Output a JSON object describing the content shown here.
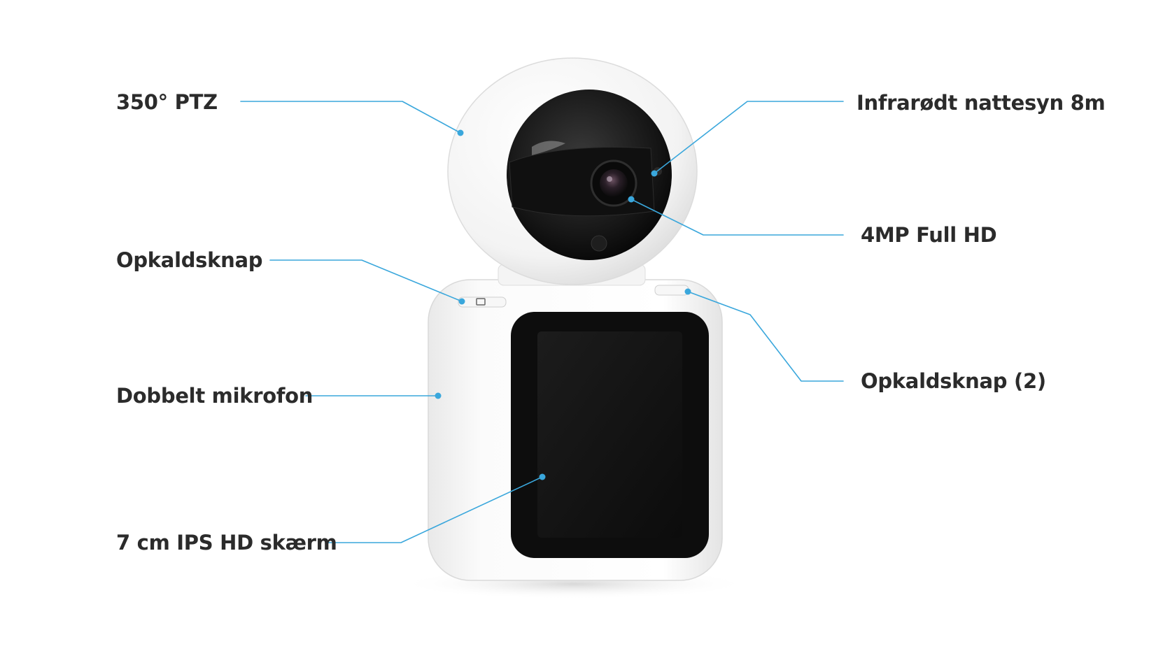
{
  "callouts": [
    {
      "id": "ptz",
      "label": "350° PTZ",
      "side": "left"
    },
    {
      "id": "call-button-left",
      "label": "Opkaldsknap",
      "side": "left"
    },
    {
      "id": "dual-microphone",
      "label": "Dobbelt mikrofon",
      "side": "left"
    },
    {
      "id": "ips-screen",
      "label": "7 cm IPS HD skærm",
      "side": "left"
    },
    {
      "id": "night-vision",
      "label": "Infrarødt nattesyn 8m",
      "side": "right"
    },
    {
      "id": "camera-resolution",
      "label": "4MP Full HD",
      "side": "right"
    },
    {
      "id": "call-button-right",
      "label": "Opkaldsknap (2)",
      "side": "right"
    }
  ],
  "colors": {
    "leader_line": "#3aa7dc",
    "label_text": "#2b2b2b",
    "device_body": "#ffffff",
    "device_shadow": "#e6e6e6",
    "screen": "#111111",
    "lens_dome": "#1a1a1a"
  }
}
